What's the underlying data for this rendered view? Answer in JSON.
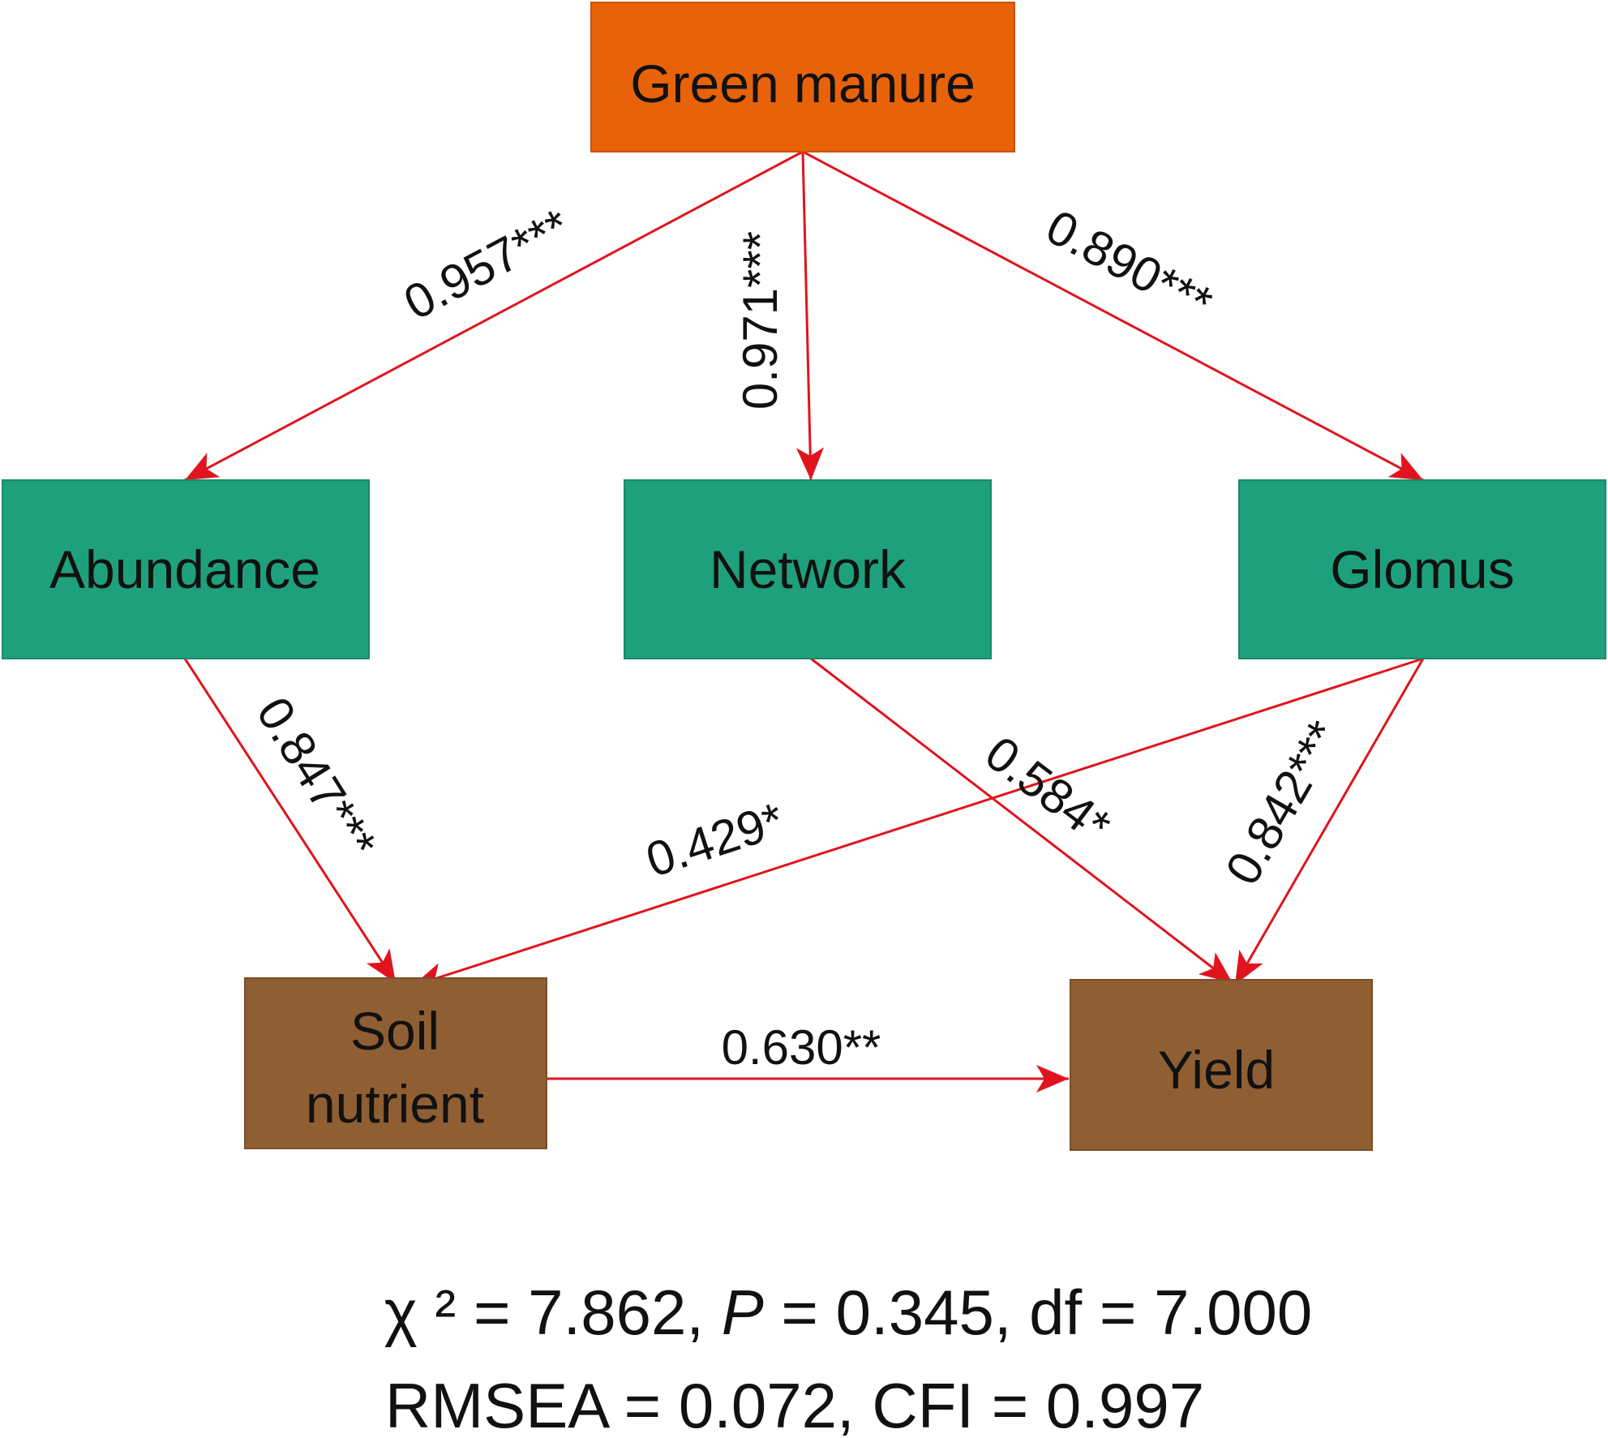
{
  "colors": {
    "exogenous": "#E8620A",
    "mediator": "#1FA07C",
    "outcome": "#8F5E33",
    "path": "#E0141E"
  },
  "nodes": {
    "green_manure": {
      "label": "Green manure"
    },
    "abundance": {
      "label": "Abundance"
    },
    "network": {
      "label": "Network"
    },
    "glomus": {
      "label": "Glomus"
    },
    "soil_nutrient": {
      "label_line1": "Soil",
      "label_line2": "nutrient"
    },
    "yield": {
      "label": "Yield"
    }
  },
  "paths": {
    "gm_abundance": {
      "from": "Green manure",
      "to": "Abundance",
      "coefficient": "0.957***"
    },
    "gm_network": {
      "from": "Green manure",
      "to": "Network",
      "coefficient": "0.971***"
    },
    "gm_glomus": {
      "from": "Green manure",
      "to": "Glomus",
      "coefficient": "0.890***"
    },
    "abundance_soil": {
      "from": "Abundance",
      "to": "Soil nutrient",
      "coefficient": "0.847***"
    },
    "glomus_soil": {
      "from": "Glomus",
      "to": "Soil nutrient",
      "coefficient": "0.429*"
    },
    "network_yield": {
      "from": "Network",
      "to": "Yield",
      "coefficient": "0.584*"
    },
    "glomus_yield": {
      "from": "Glomus",
      "to": "Yield",
      "coefficient": "0.842***"
    },
    "soil_yield": {
      "from": "Soil nutrient",
      "to": "Yield",
      "coefficient": "0.630**"
    }
  },
  "fit_stats": {
    "chi_symbol": "χ ²",
    "chi_value": " = 7.862, ",
    "p_symbol": "P",
    "p_rest": " = 0.345, df = 7.000",
    "line2": "RMSEA = 0.072, CFI = 0.997"
  }
}
